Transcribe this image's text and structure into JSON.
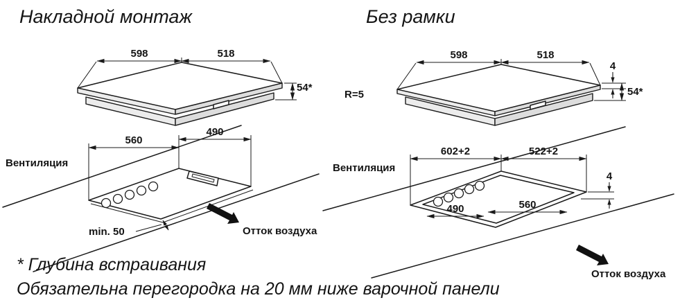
{
  "surface_mount": {
    "title": "Накладной монтаж",
    "top_view": {
      "width": "598",
      "depth": "518",
      "height": "54*"
    },
    "cutout_view": {
      "ventilation": "Вентиляция",
      "cut_width": "560",
      "cut_depth": "490",
      "min_clearance": "min. 50",
      "air_outflow": "Отток воздуха"
    }
  },
  "frameless": {
    "title": "Без рамки",
    "top_view": {
      "width": "598",
      "depth": "518",
      "glass_thickness": "4",
      "height": "54*",
      "corner_radius": "R=5"
    },
    "cutout_view": {
      "ventilation": "Вентиляция",
      "recess_width": "602+2",
      "recess_depth": "522+2",
      "step_depth": "4",
      "inner_depth": "490",
      "inner_width": "560",
      "air_outflow": "Отток воздуха"
    }
  },
  "notes": {
    "mounting_depth": "* Глубина встраивания",
    "partition": "Обязательна перегородка на 20 мм ниже варочной панели"
  },
  "colors": {
    "line": "#1a1a1a",
    "background": "#ffffff"
  }
}
